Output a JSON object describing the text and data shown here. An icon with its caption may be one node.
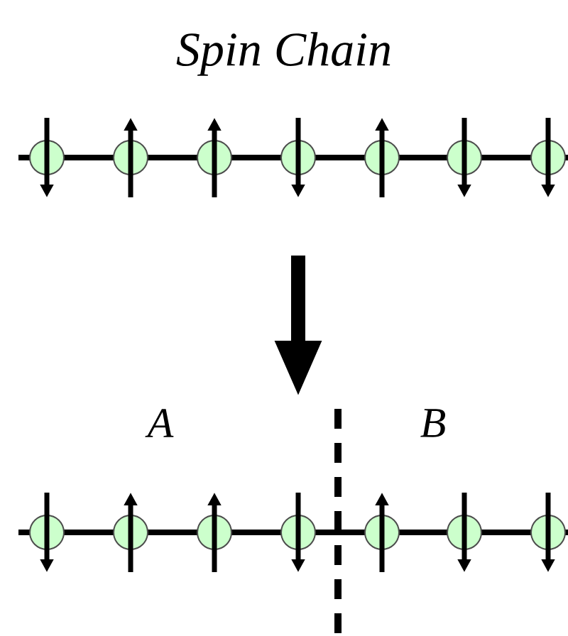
{
  "diagram": {
    "title": "Spin Chain",
    "labels": [
      "A",
      "B"
    ]
  }
}
